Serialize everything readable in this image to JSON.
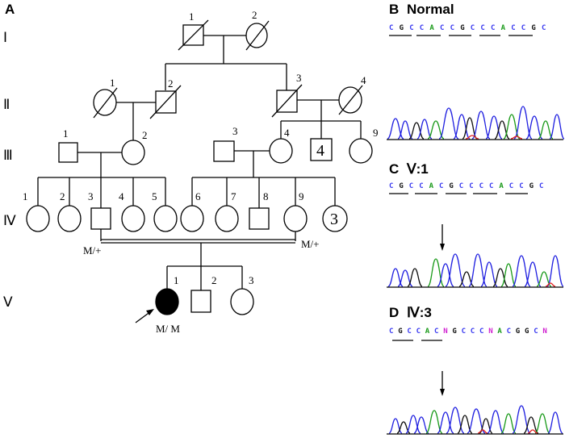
{
  "panels": {
    "a": "A",
    "b_letter": "B",
    "b_title": "Normal",
    "c_letter": "C",
    "c_title": "Ⅴ:1",
    "d_letter": "D",
    "d_title": "Ⅳ:3"
  },
  "generations": [
    "Ⅰ",
    "Ⅱ",
    "Ⅲ",
    "Ⅳ",
    "Ⅴ"
  ],
  "pedigree": {
    "gen1": [
      "1",
      "2"
    ],
    "gen2": [
      "1",
      "2",
      "3",
      "4"
    ],
    "gen3": [
      "1",
      "2",
      "3",
      "4",
      "4",
      "9"
    ],
    "gen4": [
      "1",
      "2",
      "3",
      "4",
      "5",
      "6",
      "7",
      "8",
      "9",
      "3"
    ],
    "gen5": [
      "1",
      "2",
      "3"
    ],
    "genotype_left": "M/+",
    "genotype_right": "M/+",
    "genotype_proband": "M/ M"
  },
  "sequences": {
    "normal": [
      "C",
      "G",
      "C",
      "C",
      "A",
      "C",
      "C",
      "G",
      "C",
      "C",
      "C",
      "A",
      "C",
      "C",
      "G",
      "C"
    ],
    "v1": [
      "C",
      "G",
      "C",
      "C",
      "A",
      "C",
      "G",
      "C",
      "C",
      "C",
      "C",
      "A",
      "C",
      "C",
      "G",
      "C"
    ],
    "iv3": [
      "C",
      "G",
      "C",
      "C",
      "A",
      "C",
      "N",
      "G",
      "C",
      "C",
      "C",
      "N",
      "A",
      "C",
      "G",
      "G",
      "C",
      "N"
    ]
  },
  "colors": {
    "base_C": "#3a3af0",
    "base_A": "#1a9a1a",
    "base_G": "#111111",
    "base_N": "#d020d0",
    "trace_blue": "#2020e0",
    "trace_green": "#1a9a1a",
    "trace_black": "#111111",
    "trace_red": "#e02020"
  }
}
